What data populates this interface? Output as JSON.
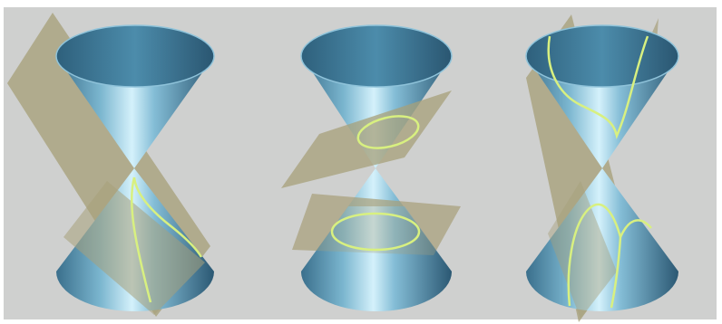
{
  "figure": {
    "panels": [
      {
        "conic": "parabola"
      },
      {
        "conic": "ellipse"
      },
      {
        "conic": "hyperbola"
      }
    ]
  },
  "colors": {
    "background": "#cfd0cf",
    "frame": "#ffffff",
    "cone_light": "#cfeffa",
    "cone_mid": "#6fb0cc",
    "cone_dark": "#2e5f7c",
    "cone_inner": "#3d7b98",
    "plane": "#a7a07a",
    "curve": "#d8f080"
  }
}
